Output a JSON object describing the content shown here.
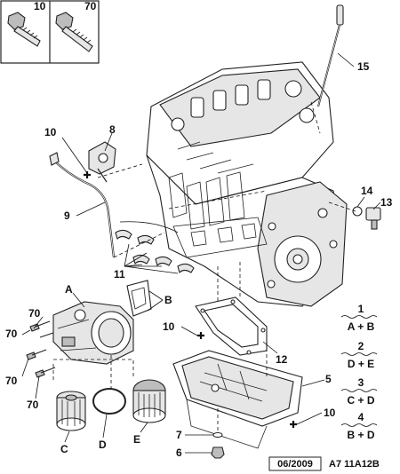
{
  "legend_box": {
    "left_label": "10",
    "right_label": "70"
  },
  "callouts": {
    "c15": "15",
    "c10a": "10",
    "c8": "8",
    "c9": "9",
    "c14": "14",
    "c13": "13",
    "c11": "11",
    "cA": "A",
    "cB": "B",
    "c70a": "70",
    "c70b": "70",
    "c70c": "70",
    "c70d": "70",
    "c10b": "10",
    "c12": "12",
    "c5": "5",
    "c10c": "10",
    "c7": "7",
    "c6": "6",
    "cC": "C",
    "cD": "D",
    "cE": "E"
  },
  "variants": [
    {
      "num": "1",
      "desc": "A + B"
    },
    {
      "num": "2",
      "desc": "D + E"
    },
    {
      "num": "3",
      "desc": "C + D"
    },
    {
      "num": "4",
      "desc": "B + D"
    }
  ],
  "footer": {
    "date": "06/2009",
    "ref": "A7 11A12B"
  }
}
